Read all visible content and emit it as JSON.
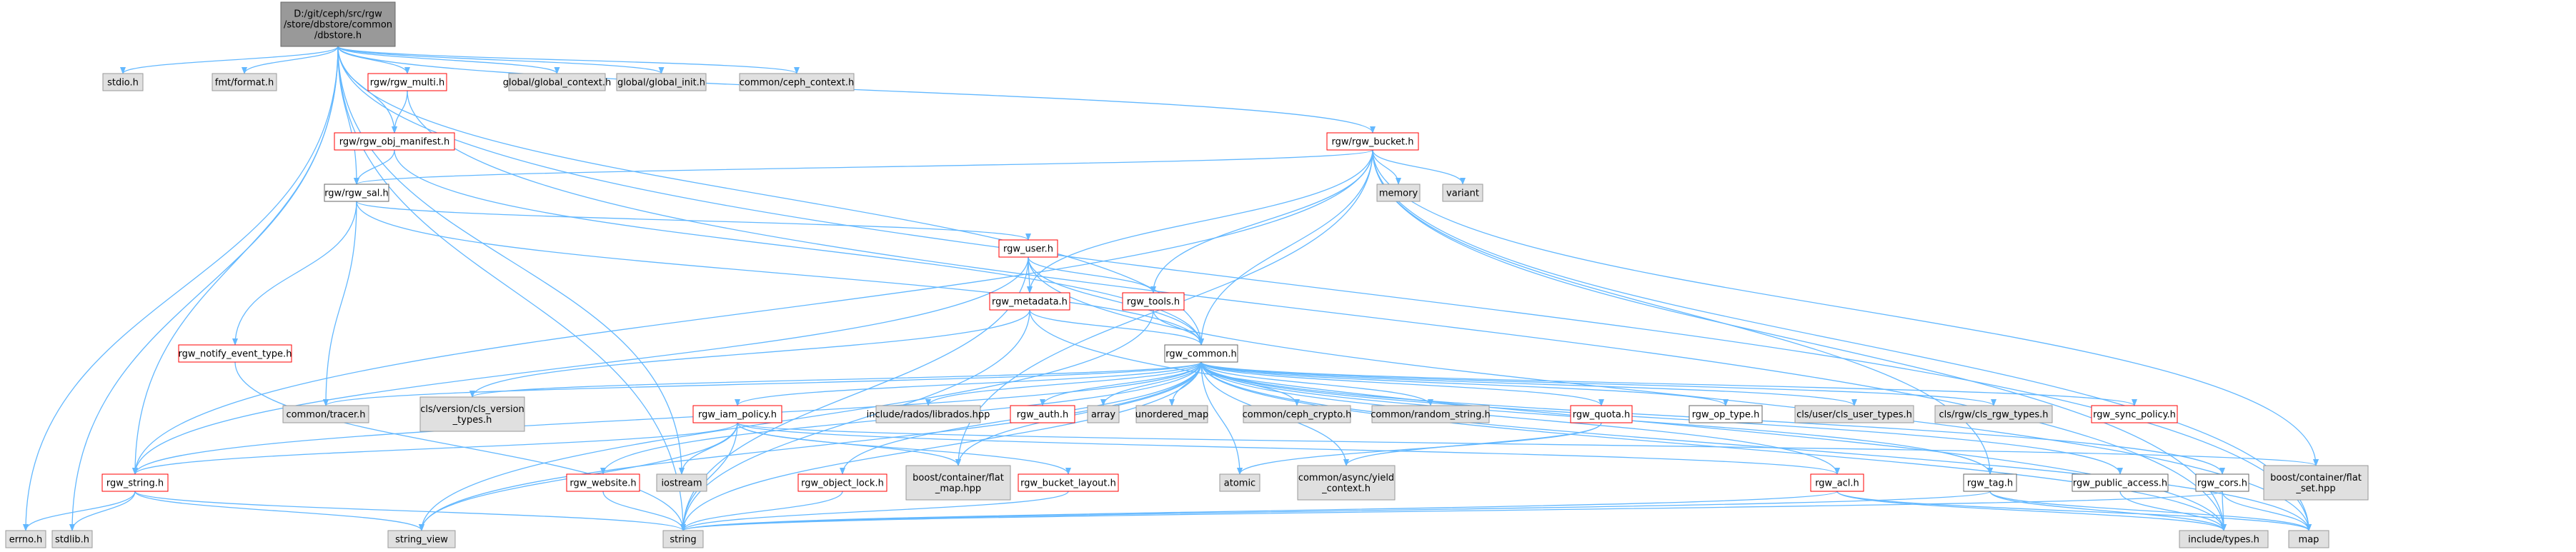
{
  "diagram": {
    "colors": {
      "edge": "#63b8ff",
      "highlight": "#999999",
      "red_border": "#ff0000",
      "grey_fill": "#e0e0e0"
    },
    "nodes": [
      {
        "id": "root",
        "label": [
          "D:/git/ceph/src/rgw",
          "/store/dbstore/common",
          "/dbstore.h"
        ],
        "style": "hl"
      },
      {
        "id": "stdio",
        "label": [
          "stdio.h"
        ],
        "style": "grey"
      },
      {
        "id": "fmt",
        "label": [
          "fmt/format.h"
        ],
        "style": "grey"
      },
      {
        "id": "multi",
        "label": [
          "rgw/rgw_multi.h"
        ],
        "style": "red"
      },
      {
        "id": "gctx",
        "label": [
          "global/global_context.h"
        ],
        "style": "grey"
      },
      {
        "id": "ginit",
        "label": [
          "global/global_init.h"
        ],
        "style": "grey"
      },
      {
        "id": "cctx",
        "label": [
          "common/ceph_context.h"
        ],
        "style": "grey"
      },
      {
        "id": "objman",
        "label": [
          "rgw/rgw_obj_manifest.h"
        ],
        "style": "red"
      },
      {
        "id": "bucket",
        "label": [
          "rgw/rgw_bucket.h"
        ],
        "style": "red"
      },
      {
        "id": "memory",
        "label": [
          "memory"
        ],
        "style": "grey"
      },
      {
        "id": "variant",
        "label": [
          "variant"
        ],
        "style": "grey"
      },
      {
        "id": "sal",
        "label": [
          "rgw/rgw_sal.h"
        ],
        "style": "black"
      },
      {
        "id": "user",
        "label": [
          "rgw_user.h"
        ],
        "style": "red"
      },
      {
        "id": "metadata",
        "label": [
          "rgw_metadata.h"
        ],
        "style": "red"
      },
      {
        "id": "tools",
        "label": [
          "rgw_tools.h"
        ],
        "style": "red"
      },
      {
        "id": "notify",
        "label": [
          "rgw_notify_event_type.h"
        ],
        "style": "red"
      },
      {
        "id": "common",
        "label": [
          "rgw_common.h"
        ],
        "style": "black"
      },
      {
        "id": "tracer",
        "label": [
          "common/tracer.h"
        ],
        "style": "grey"
      },
      {
        "id": "clsver",
        "label": [
          "cls/version/cls_version",
          "_types.h"
        ],
        "style": "grey"
      },
      {
        "id": "iampolicy",
        "label": [
          "rgw_iam_policy.h"
        ],
        "style": "red"
      },
      {
        "id": "librados",
        "label": [
          "include/rados/librados.hpp"
        ],
        "style": "grey"
      },
      {
        "id": "auth",
        "label": [
          "rgw_auth.h"
        ],
        "style": "red"
      },
      {
        "id": "array",
        "label": [
          "array"
        ],
        "style": "grey"
      },
      {
        "id": "umap",
        "label": [
          "unordered_map"
        ],
        "style": "grey"
      },
      {
        "id": "crypto",
        "label": [
          "common/ceph_crypto.h"
        ],
        "style": "grey"
      },
      {
        "id": "randstr",
        "label": [
          "common/random_string.h"
        ],
        "style": "grey"
      },
      {
        "id": "quota",
        "label": [
          "rgw_quota.h"
        ],
        "style": "red"
      },
      {
        "id": "optype",
        "label": [
          "rgw_op_type.h"
        ],
        "style": "black"
      },
      {
        "id": "clsuser",
        "label": [
          "cls/user/cls_user_types.h"
        ],
        "style": "grey"
      },
      {
        "id": "clsrgw",
        "label": [
          "cls/rgw/cls_rgw_types.h"
        ],
        "style": "grey"
      },
      {
        "id": "sync",
        "label": [
          "rgw_sync_policy.h"
        ],
        "style": "red"
      },
      {
        "id": "rgwstring",
        "label": [
          "rgw_string.h"
        ],
        "style": "red"
      },
      {
        "id": "website",
        "label": [
          "rgw_website.h"
        ],
        "style": "red"
      },
      {
        "id": "iostream",
        "label": [
          "iostream"
        ],
        "style": "grey"
      },
      {
        "id": "objlock",
        "label": [
          "rgw_object_lock.h"
        ],
        "style": "red"
      },
      {
        "id": "flatmap",
        "label": [
          "boost/container/flat",
          "_map.hpp"
        ],
        "style": "grey"
      },
      {
        "id": "blayout",
        "label": [
          "rgw_bucket_layout.h"
        ],
        "style": "red"
      },
      {
        "id": "atomic",
        "label": [
          "atomic"
        ],
        "style": "grey"
      },
      {
        "id": "ayield",
        "label": [
          "common/async/yield",
          "_context.h"
        ],
        "style": "grey"
      },
      {
        "id": "acl",
        "label": [
          "rgw_acl.h"
        ],
        "style": "red"
      },
      {
        "id": "tag",
        "label": [
          "rgw_tag.h"
        ],
        "style": "black"
      },
      {
        "id": "pubacc",
        "label": [
          "rgw_public_access.h"
        ],
        "style": "black"
      },
      {
        "id": "cors",
        "label": [
          "rgw_cors.h"
        ],
        "style": "black"
      },
      {
        "id": "flatset",
        "label": [
          "boost/container/flat",
          "_set.hpp"
        ],
        "style": "grey"
      },
      {
        "id": "errno",
        "label": [
          "errno.h"
        ],
        "style": "grey"
      },
      {
        "id": "stdlib",
        "label": [
          "stdlib.h"
        ],
        "style": "grey"
      },
      {
        "id": "sview",
        "label": [
          "string_view"
        ],
        "style": "grey"
      },
      {
        "id": "string",
        "label": [
          "string"
        ],
        "style": "grey"
      },
      {
        "id": "itypes",
        "label": [
          "include/types.h"
        ],
        "style": "grey"
      },
      {
        "id": "map",
        "label": [
          "map"
        ],
        "style": "grey"
      }
    ],
    "edges": [
      [
        "root",
        "stdio"
      ],
      [
        "root",
        "fmt"
      ],
      [
        "root",
        "multi"
      ],
      [
        "root",
        "gctx"
      ],
      [
        "root",
        "ginit"
      ],
      [
        "root",
        "cctx"
      ],
      [
        "root",
        "objman"
      ],
      [
        "root",
        "sal"
      ],
      [
        "root",
        "common"
      ],
      [
        "root",
        "bucket"
      ],
      [
        "root",
        "rgwstring"
      ],
      [
        "root",
        "errno"
      ],
      [
        "root",
        "stdlib"
      ],
      [
        "root",
        "string"
      ],
      [
        "root",
        "iostream"
      ],
      [
        "root",
        "map"
      ],
      [
        "multi",
        "objman"
      ],
      [
        "multi",
        "itypes"
      ],
      [
        "objman",
        "sal"
      ],
      [
        "objman",
        "common"
      ],
      [
        "bucket",
        "memory"
      ],
      [
        "bucket",
        "variant"
      ],
      [
        "bucket",
        "sal"
      ],
      [
        "bucket",
        "metadata"
      ],
      [
        "bucket",
        "tools"
      ],
      [
        "bucket",
        "common"
      ],
      [
        "bucket",
        "rgwstring"
      ],
      [
        "bucket",
        "flatset"
      ],
      [
        "bucket",
        "flatmap"
      ],
      [
        "bucket",
        "tag"
      ],
      [
        "bucket",
        "itypes"
      ],
      [
        "bucket",
        "map"
      ],
      [
        "sal",
        "user"
      ],
      [
        "sal",
        "notify"
      ],
      [
        "sal",
        "tracer"
      ],
      [
        "sal",
        "common"
      ],
      [
        "user",
        "metadata"
      ],
      [
        "user",
        "tools"
      ],
      [
        "user",
        "common"
      ],
      [
        "user",
        "rgwstring"
      ],
      [
        "user",
        "string"
      ],
      [
        "user",
        "map"
      ],
      [
        "metadata",
        "common"
      ],
      [
        "metadata",
        "clsver"
      ],
      [
        "metadata",
        "string"
      ],
      [
        "metadata",
        "itypes"
      ],
      [
        "tools",
        "common"
      ],
      [
        "tools",
        "sview"
      ],
      [
        "notify",
        "string"
      ],
      [
        "common",
        "tracer"
      ],
      [
        "common",
        "clsver"
      ],
      [
        "common",
        "iampolicy"
      ],
      [
        "common",
        "librados"
      ],
      [
        "common",
        "auth"
      ],
      [
        "common",
        "array"
      ],
      [
        "common",
        "umap"
      ],
      [
        "common",
        "crypto"
      ],
      [
        "common",
        "randstr"
      ],
      [
        "common",
        "quota"
      ],
      [
        "common",
        "optype"
      ],
      [
        "common",
        "clsuser"
      ],
      [
        "common",
        "clsrgw"
      ],
      [
        "common",
        "sync"
      ],
      [
        "common",
        "rgwstring"
      ],
      [
        "common",
        "website"
      ],
      [
        "common",
        "objlock"
      ],
      [
        "common",
        "flatmap"
      ],
      [
        "common",
        "atomic"
      ],
      [
        "common",
        "ayield"
      ],
      [
        "common",
        "acl"
      ],
      [
        "common",
        "tag"
      ],
      [
        "common",
        "pubacc"
      ],
      [
        "common",
        "cors"
      ],
      [
        "common",
        "itypes"
      ],
      [
        "common",
        "map"
      ],
      [
        "common",
        "string"
      ],
      [
        "common",
        "sview"
      ],
      [
        "iampolicy",
        "rgwstring"
      ],
      [
        "iampolicy",
        "iostream"
      ],
      [
        "iampolicy",
        "flatmap"
      ],
      [
        "iampolicy",
        "blayout"
      ],
      [
        "iampolicy",
        "acl"
      ],
      [
        "iampolicy",
        "flatset"
      ],
      [
        "iampolicy",
        "string"
      ],
      [
        "iampolicy",
        "sview"
      ],
      [
        "quota",
        "atomic"
      ],
      [
        "quota",
        "ayield"
      ],
      [
        "rgwstring",
        "errno"
      ],
      [
        "rgwstring",
        "stdlib"
      ],
      [
        "rgwstring",
        "sview"
      ],
      [
        "rgwstring",
        "string"
      ],
      [
        "website",
        "string"
      ],
      [
        "objlock",
        "string"
      ],
      [
        "blayout",
        "string"
      ],
      [
        "acl",
        "string"
      ],
      [
        "acl",
        "map"
      ],
      [
        "acl",
        "itypes"
      ],
      [
        "tag",
        "itypes"
      ],
      [
        "tag",
        "map"
      ],
      [
        "tag",
        "string"
      ],
      [
        "pubacc",
        "itypes"
      ],
      [
        "cors",
        "itypes"
      ],
      [
        "cors",
        "map"
      ],
      [
        "cors",
        "string"
      ]
    ]
  }
}
